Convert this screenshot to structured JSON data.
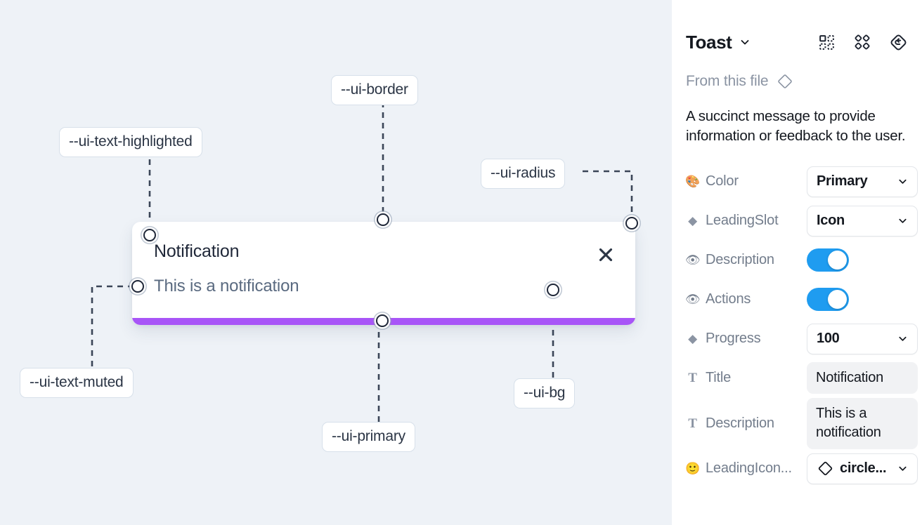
{
  "canvas": {
    "tokens": [
      {
        "id": "ui-text-highlighted",
        "label": "--ui-text-highlighted"
      },
      {
        "id": "ui-border",
        "label": "--ui-border"
      },
      {
        "id": "ui-radius",
        "label": "--ui-radius"
      },
      {
        "id": "ui-text-muted",
        "label": "--ui-text-muted"
      },
      {
        "id": "ui-primary",
        "label": "--ui-primary"
      },
      {
        "id": "ui-bg",
        "label": "--ui-bg"
      }
    ],
    "card": {
      "title": "Notification",
      "description": "This is a notification",
      "close_icon": "close-icon",
      "progress_color": "#a855f7",
      "background": "#ffffff"
    },
    "background": "#eef2f7",
    "connector_color": "#3a4557"
  },
  "panel": {
    "title": "Toast",
    "title_chevron_icon": "chevron-down-icon",
    "tools": [
      {
        "id": "component-icon",
        "name": "component-icon"
      },
      {
        "id": "variants-icon",
        "name": "variants-icon"
      },
      {
        "id": "reset-icon",
        "name": "reset-icon"
      }
    ],
    "from_file_label": "From this file",
    "from_file_icon": "diamond-icon",
    "description": "A succinct message to provide information or feedback to the user.",
    "properties": [
      {
        "icon": "🎨",
        "icon_name": "palette-icon",
        "label": "Color",
        "control": "select",
        "value": "Primary"
      },
      {
        "icon": "◆",
        "icon_name": "diamond-icon",
        "label": "LeadingSlot",
        "control": "select",
        "value": "Icon"
      },
      {
        "icon": "👁",
        "icon_name": "eye-icon",
        "label": "Description",
        "control": "toggle",
        "value": "on"
      },
      {
        "icon": "👁",
        "icon_name": "eye-icon",
        "label": "Actions",
        "control": "toggle",
        "value": "on"
      },
      {
        "icon": "◆",
        "icon_name": "diamond-icon",
        "label": "Progress",
        "control": "select",
        "value": "100"
      },
      {
        "icon": "T",
        "icon_name": "text-icon",
        "label": "Title",
        "control": "text",
        "value": "Notification"
      },
      {
        "icon": "T",
        "icon_name": "text-icon",
        "label": "Description",
        "control": "text",
        "value": "This is a notification"
      },
      {
        "icon": "🙂",
        "icon_name": "smiley-icon",
        "label": "LeadingIcon...",
        "control": "icon-select",
        "value": "circle..."
      }
    ],
    "accent_color": "#1f9cf0"
  }
}
